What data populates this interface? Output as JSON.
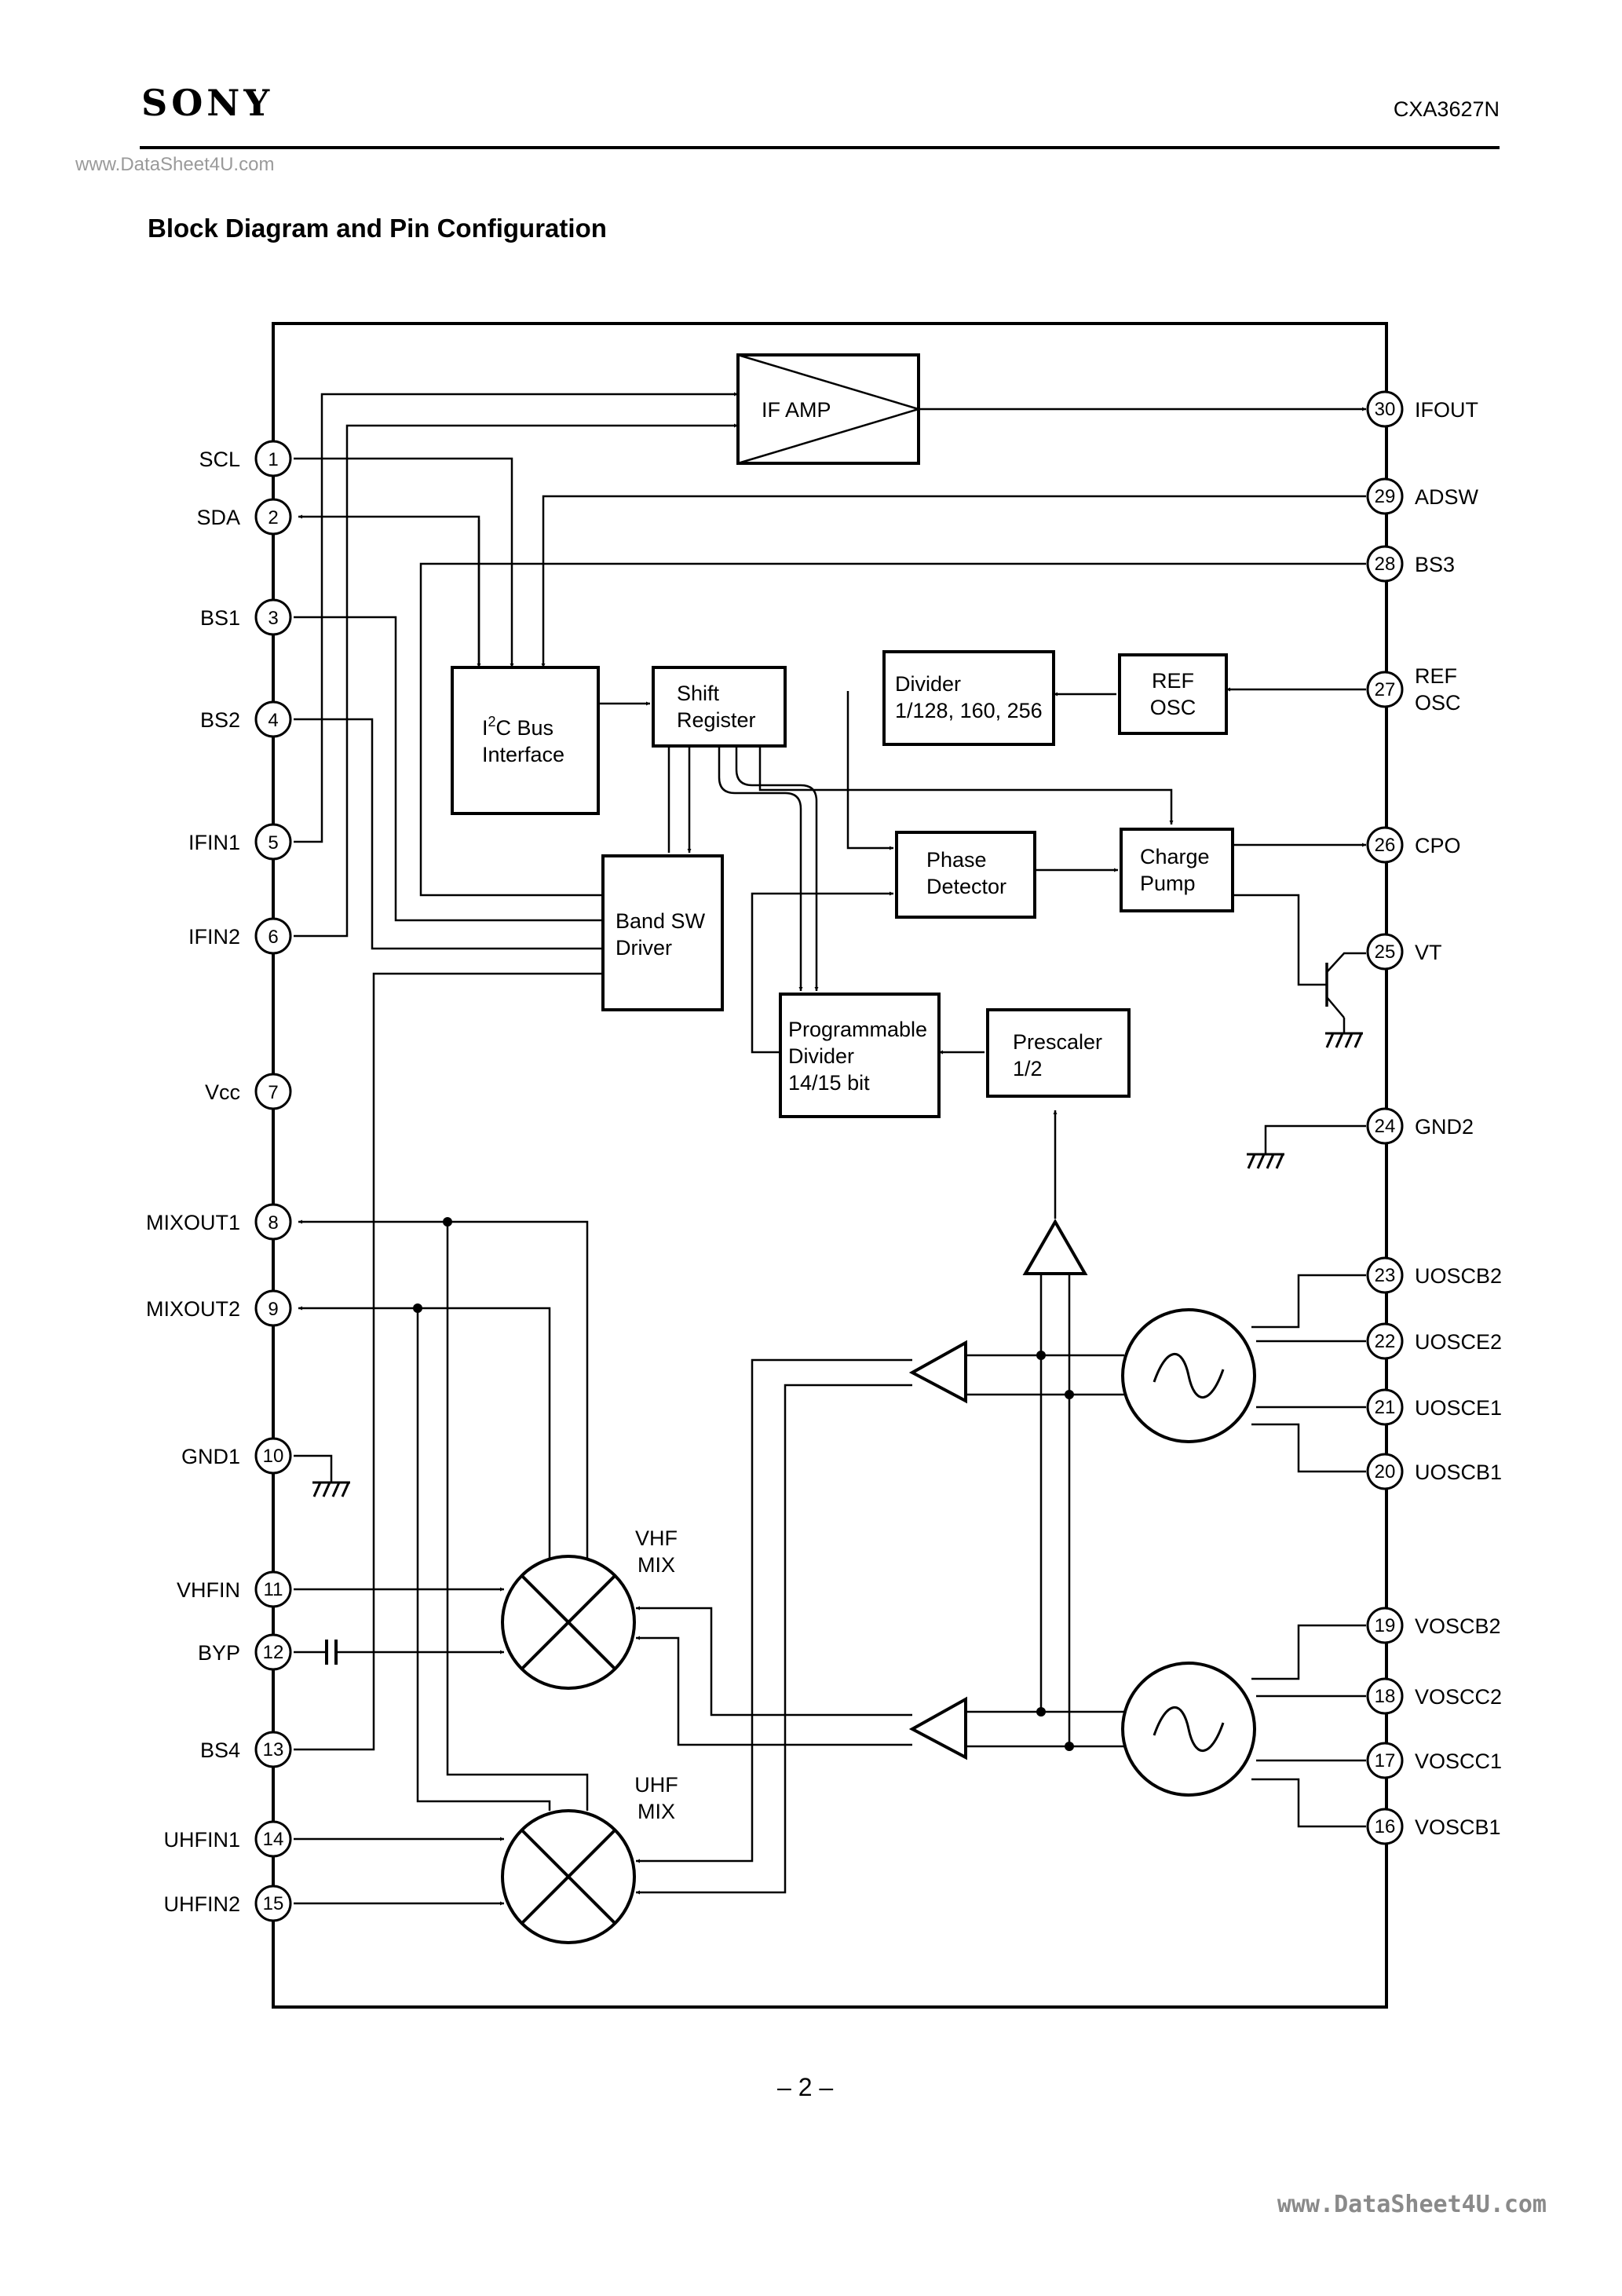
{
  "header": {
    "brand": "SONY",
    "part_number": "CXA3627N",
    "watermark": "www.DataSheet4U.com"
  },
  "section_title": "Block Diagram and Pin Configuration",
  "pins_left": [
    {
      "num": "1",
      "label": "SCL"
    },
    {
      "num": "2",
      "label": "SDA"
    },
    {
      "num": "3",
      "label": "BS1"
    },
    {
      "num": "4",
      "label": "BS2"
    },
    {
      "num": "5",
      "label": "IFIN1"
    },
    {
      "num": "6",
      "label": "IFIN2"
    },
    {
      "num": "7",
      "label": "Vcc"
    },
    {
      "num": "8",
      "label": "MIXOUT1"
    },
    {
      "num": "9",
      "label": "MIXOUT2"
    },
    {
      "num": "10",
      "label": "GND1"
    },
    {
      "num": "11",
      "label": "VHFIN"
    },
    {
      "num": "12",
      "label": "BYP"
    },
    {
      "num": "13",
      "label": "BS4"
    },
    {
      "num": "14",
      "label": "UHFIN1"
    },
    {
      "num": "15",
      "label": "UHFIN2"
    }
  ],
  "pins_right": [
    {
      "num": "30",
      "label": "IFOUT"
    },
    {
      "num": "29",
      "label": "ADSW"
    },
    {
      "num": "28",
      "label": "BS3"
    },
    {
      "num": "27",
      "label": "REF",
      "label2": "OSC"
    },
    {
      "num": "26",
      "label": "CPO"
    },
    {
      "num": "25",
      "label": "VT"
    },
    {
      "num": "24",
      "label": "GND2"
    },
    {
      "num": "23",
      "label": "UOSCB2"
    },
    {
      "num": "22",
      "label": "UOSCE2"
    },
    {
      "num": "21",
      "label": "UOSCE1"
    },
    {
      "num": "20",
      "label": "UOSCB1"
    },
    {
      "num": "19",
      "label": "VOSCB2"
    },
    {
      "num": "18",
      "label": "VOSCC2"
    },
    {
      "num": "17",
      "label": "VOSCC1"
    },
    {
      "num": "16",
      "label": "VOSCB1"
    }
  ],
  "blocks": {
    "if_amp": "IF AMP",
    "i2c_bus": {
      "line1_pre": "I",
      "line1_sup": "2",
      "line1_post": "C Bus",
      "line2": "Interface"
    },
    "shift_register": {
      "line1": "Shift",
      "line2": "Register"
    },
    "divider": {
      "line1": "Divider",
      "line2": "1/128, 160, 256"
    },
    "ref_osc": {
      "line1": "REF",
      "line2": "OSC"
    },
    "phase_detector": {
      "line1": "Phase",
      "line2": "Detector"
    },
    "charge_pump": {
      "line1": "Charge",
      "line2": "Pump"
    },
    "band_sw_driver": {
      "line1": "Band SW",
      "line2": "Driver"
    },
    "programmable_divider": {
      "line1": "Programmable",
      "line2": "Divider",
      "line3": "14/15 bit"
    },
    "prescaler": {
      "line1": "Prescaler",
      "line2": "1/2"
    },
    "vhf_mix": {
      "line1": "VHF",
      "line2": "MIX"
    },
    "uhf_mix": {
      "line1": "UHF",
      "line2": "MIX"
    }
  },
  "footer": {
    "page_number": "– 2 –",
    "watermark": "www.DataSheet4U.com"
  }
}
